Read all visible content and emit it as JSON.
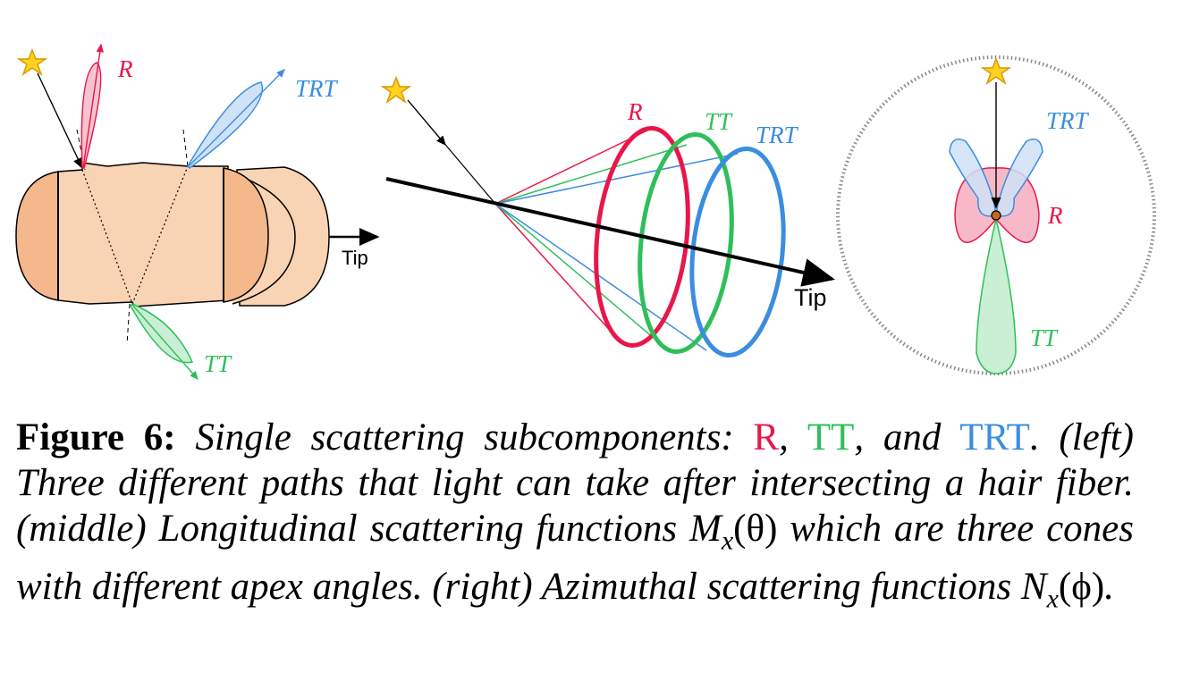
{
  "figure": {
    "labels": {
      "R": "R",
      "TT": "TT",
      "TRT": "TRT",
      "tip": "Tip"
    },
    "colors": {
      "R": "#e8174a",
      "TT": "#2fbf5a",
      "TRT": "#3b8de0",
      "fiber": "#f8d3b4",
      "fiber_cap": "#f5b88c",
      "star": "#ffd21f"
    }
  },
  "caption": {
    "label": "Figure 6:",
    "part1": "Single scattering subcomponents:",
    "R": "R",
    "sep1": ",",
    "TT": "TT",
    "sep2": ", and",
    "TRT": "TRT",
    "part2": ". (left) Three different paths that light can take after intersecting a hair fiber. (middle) Longitudinal scattering functions",
    "m_sym": "M",
    "sub_x": "x",
    "theta_arg": "(θ)",
    "part3": "which are three cones with different apex angles. (right) Azimuthal scattering functions",
    "n_sym": "N",
    "phi_arg": "(ϕ)",
    "end": "."
  }
}
